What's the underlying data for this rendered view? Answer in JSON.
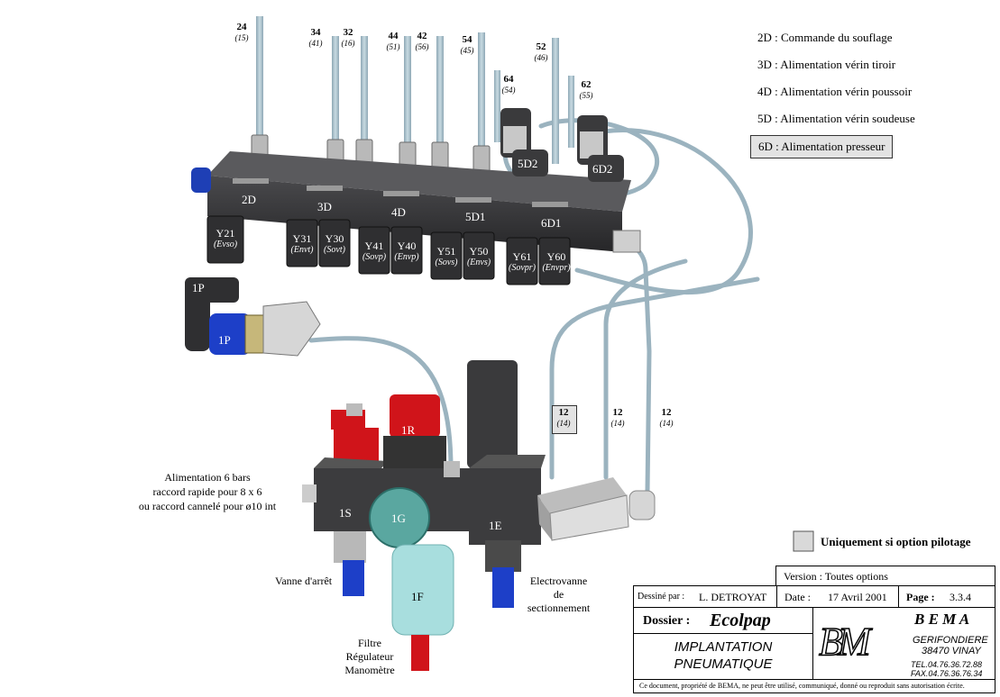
{
  "legend": [
    {
      "code": "2D",
      "sep": " : ",
      "label": "Commande du souflage",
      "boxed": false
    },
    {
      "code": "3D",
      "sep": " : ",
      "label": "Alimentation vérin tiroir",
      "boxed": false
    },
    {
      "code": "4D",
      "sep": " : ",
      "label": "Alimentation vérin poussoir",
      "boxed": false
    },
    {
      "code": "5D",
      "sep": " : ",
      "label": "Alimentation vérin soudeuse",
      "boxed": false
    },
    {
      "code": "6D",
      "sep": " : ",
      "label": "Alimentation presseur",
      "boxed": true
    }
  ],
  "top_tubes": [
    {
      "num": "24",
      "sub": "(15)"
    },
    {
      "num": "34",
      "sub": "(41)"
    },
    {
      "num": "32",
      "sub": "(16)"
    },
    {
      "num": "44",
      "sub": "(51)"
    },
    {
      "num": "42",
      "sub": "(56)"
    },
    {
      "num": "54",
      "sub": "(45)"
    },
    {
      "num": "64",
      "sub": "(54)"
    },
    {
      "num": "52",
      "sub": "(46)"
    },
    {
      "num": "62",
      "sub": "(55)"
    }
  ],
  "manifold_labels": [
    "2D",
    "3D",
    "4D",
    "5D1",
    "6D1"
  ],
  "elbow_labels": [
    "5D2",
    "6D2"
  ],
  "valves": [
    {
      "code": "Y21",
      "desc": "(Evso)"
    },
    {
      "code": "Y31",
      "desc": "(Envt)"
    },
    {
      "code": "Y30",
      "desc": "(Sovt)"
    },
    {
      "code": "Y41",
      "desc": "(Sovp)"
    },
    {
      "code": "Y40",
      "desc": "(Envp)"
    },
    {
      "code": "Y51",
      "desc": "(Sovs)"
    },
    {
      "code": "Y50",
      "desc": "(Envs)"
    },
    {
      "code": "Y61",
      "desc": "(Sovpr)"
    },
    {
      "code": "Y60",
      "desc": "(Envpr)"
    }
  ],
  "connector_labels": [
    "1P",
    "1P"
  ],
  "bottom_tubes": [
    {
      "num": "12",
      "sub": "(14)",
      "boxed": true
    },
    {
      "num": "12",
      "sub": "(14)",
      "boxed": false
    },
    {
      "num": "12",
      "sub": "(14)",
      "boxed": false
    }
  ],
  "unit_labels": {
    "s": "1S",
    "r": "1R",
    "g": "1G",
    "e": "1E",
    "f": "1F"
  },
  "annotations": {
    "supply": [
      "Alimentation 6 bars",
      "raccord rapide pour 8 x 6",
      "ou raccord cannelé pour ø10 int"
    ],
    "vanne": "Vanne d'arrêt",
    "filtre": [
      "Filtre",
      "Régulateur",
      "Manomètre"
    ],
    "electrovanne": [
      "Electrovanne",
      "de",
      "sectionnement"
    ]
  },
  "pilot_note": "Uniquement si option pilotage",
  "title_block": {
    "version": "Version :  Toutes options",
    "designer_label": "Dessiné par :",
    "designer": "L. DETROYAT",
    "date_label": "Date :",
    "date": "17 Avril 2001",
    "page_label": "Page :",
    "page": "3.3.4",
    "dossier_label": "Dossier :",
    "dossier": "Ecolpap",
    "title_line1": "IMPLANTATION",
    "title_line2": "PNEUMATIQUE",
    "company": "B E M A",
    "logo_text": "BM",
    "company_line1": "GERIFONDIERE",
    "company_line2": "38470 VINAY",
    "tel": "TEL.04.76.36.72.88",
    "fax": "FAX.04.76.36.76.34",
    "copyright": "Ce document, propriété de BEMA, ne peut être utilisé, communiqué, donné ou reproduit sans autorisation écrite."
  },
  "colors": {
    "tube": "#a9c1cd",
    "block": "#3a3a3c",
    "red": "#d0141a",
    "blue": "#1d3fc8",
    "bowl": "#a8dede",
    "grey": "#d9d9d9"
  }
}
